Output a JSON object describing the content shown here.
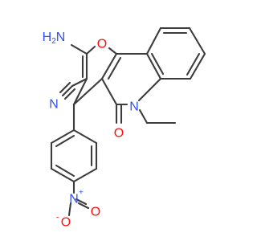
{
  "molecule": {
    "labels": {
      "amine_n": "N",
      "amine_h": "H",
      "amine_sub": "2",
      "pyran_o": "O",
      "nitrile_n": "N",
      "quinolone_n": "N",
      "carbonyl_o": "O",
      "nitro_n": "N",
      "nitro_n_charge": "+",
      "nitro_o_top": "O",
      "nitro_o_left": "O",
      "nitro_o_charge": "-"
    },
    "colors": {
      "bond": "#3c3c3c",
      "oxygen": "#ff0d0d",
      "nitrogen": "#3050f8",
      "carbon_text": "#3c3c3c"
    }
  }
}
